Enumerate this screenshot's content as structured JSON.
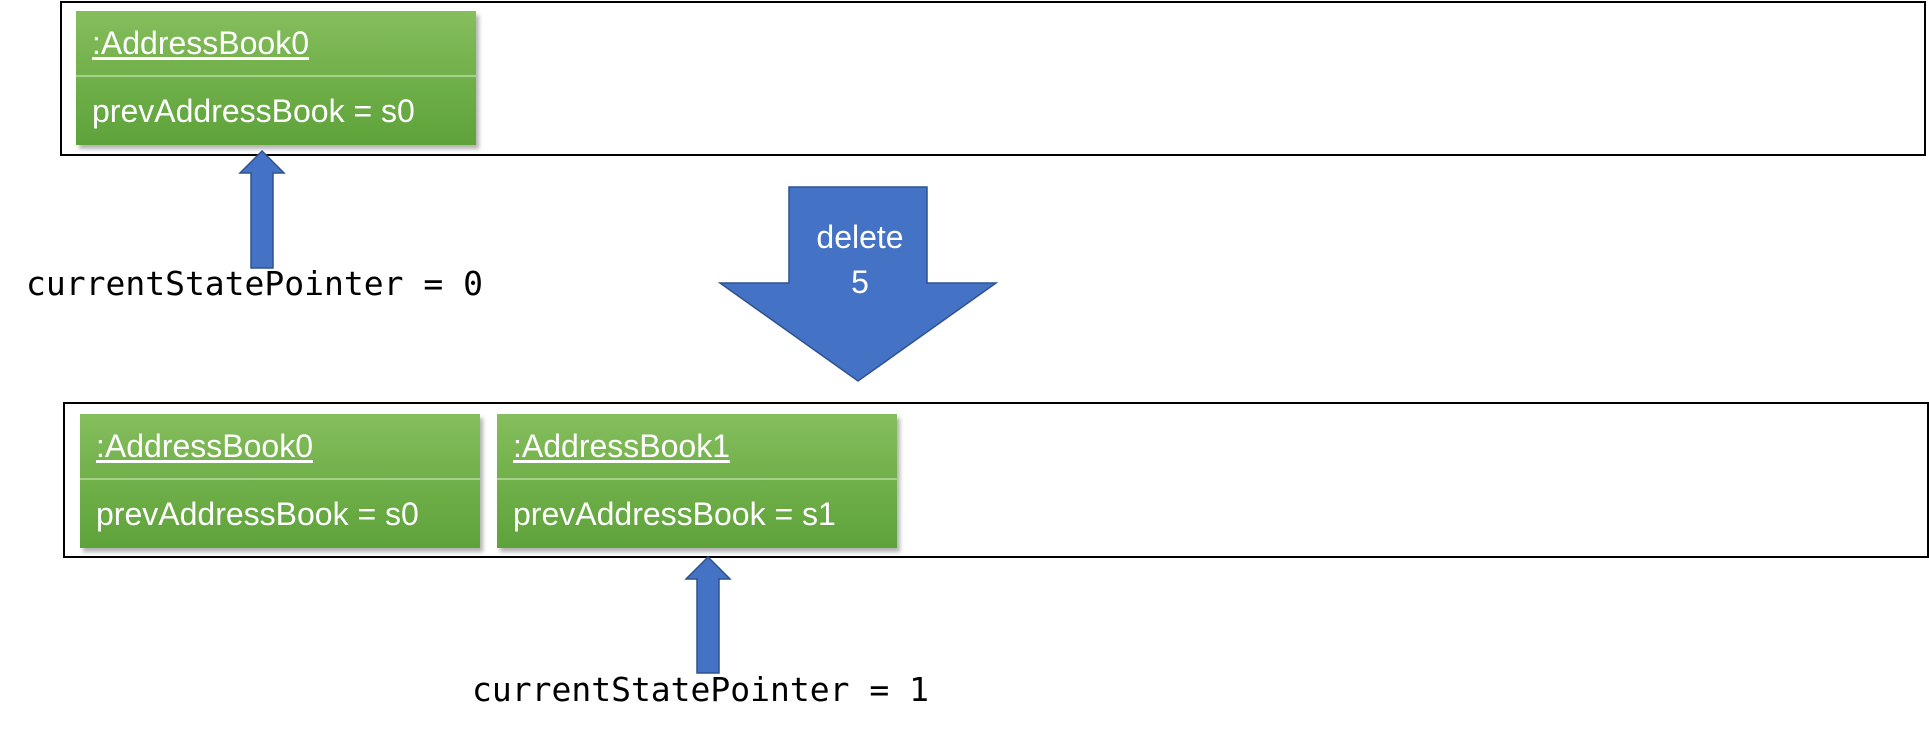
{
  "colors": {
    "object_fill": "#70AD47",
    "arrow_fill": "#4472C4",
    "arrow_stroke": "#2F528F",
    "frame_stroke": "#000000"
  },
  "before_state": {
    "objects": [
      {
        "name": ":AddressBook0",
        "attribute": "prevAddressBook = s0"
      }
    ],
    "pointer_label": "currentStatePointer = 0"
  },
  "command": {
    "line1": "delete",
    "line2": "5"
  },
  "after_state": {
    "objects": [
      {
        "name": ":AddressBook0",
        "attribute": "prevAddressBook = s0"
      },
      {
        "name": ":AddressBook1",
        "attribute": "prevAddressBook = s1"
      }
    ],
    "pointer_label": "currentStatePointer = 1"
  }
}
